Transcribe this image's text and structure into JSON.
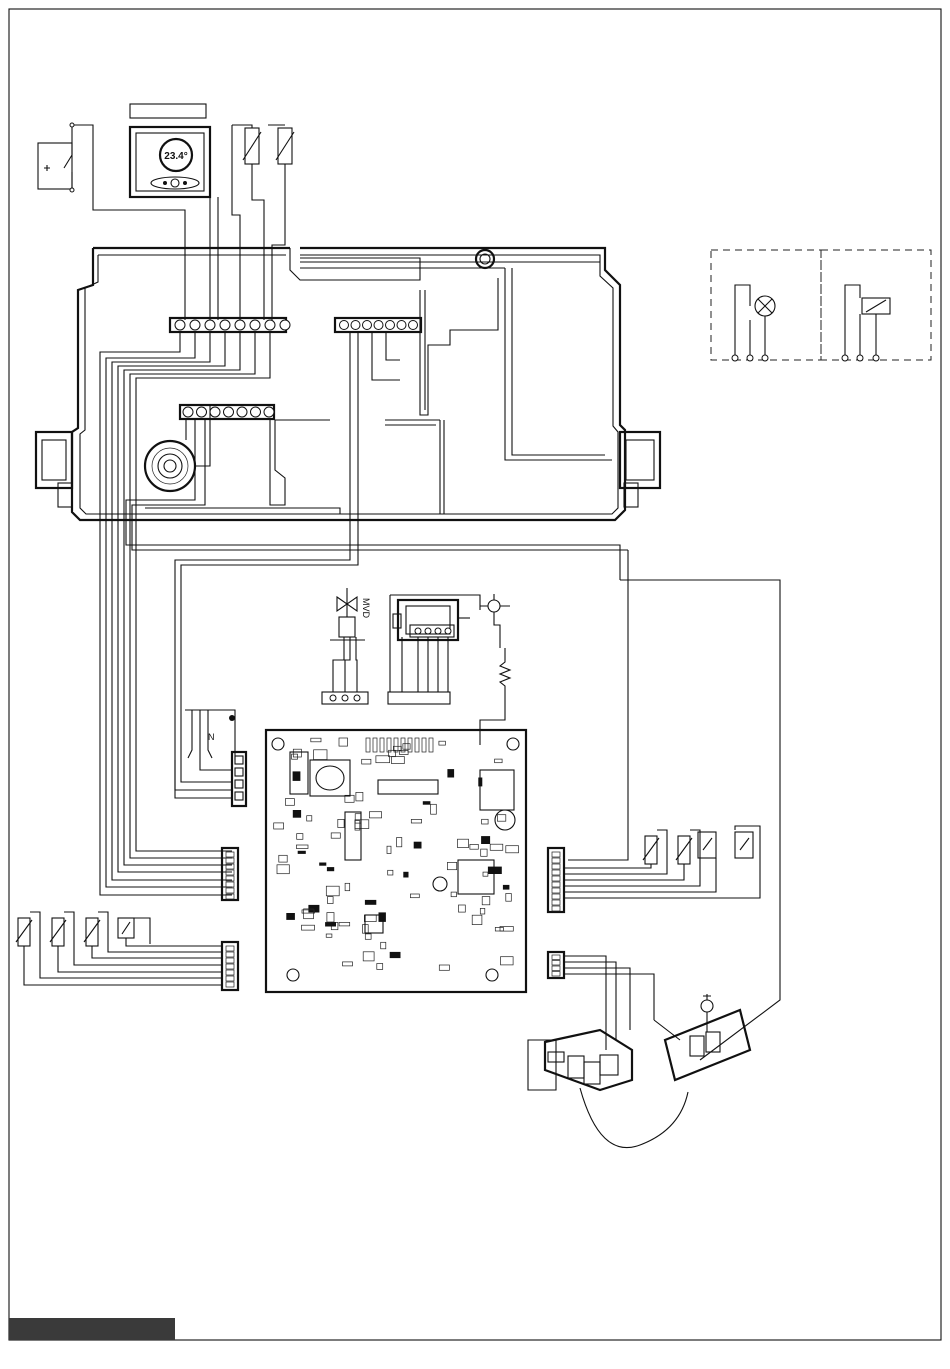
{
  "diagram": {
    "labels": {
      "display_reading": "23.4°",
      "diverter_valve": "MVD",
      "neutral": "N"
    },
    "colors": {
      "line": "#111111",
      "footer_bar": "#3a3a3a",
      "background": "#ffffff"
    },
    "components": [
      {
        "id": "room-thermostat",
        "icon": "switch-icon"
      },
      {
        "id": "control-panel-display",
        "icon": "display-icon"
      },
      {
        "id": "ntc-sensor-1",
        "icon": "thermistor-icon"
      },
      {
        "id": "ntc-sensor-2",
        "icon": "thermistor-icon"
      },
      {
        "id": "transformer",
        "icon": "coil-icon"
      },
      {
        "id": "diverter-valve",
        "icon": "valve-icon"
      },
      {
        "id": "fan-motor",
        "icon": "motor-icon"
      },
      {
        "id": "pressure-switch",
        "icon": "pressure-switch-icon"
      },
      {
        "id": "main-pcb",
        "icon": "circuit-board-icon"
      },
      {
        "id": "gas-valve",
        "icon": "gas-valve-icon"
      },
      {
        "id": "spark-electrode",
        "icon": "electrode-icon"
      },
      {
        "id": "lamp",
        "icon": "lamp-icon"
      },
      {
        "id": "relay",
        "icon": "relay-icon"
      },
      {
        "id": "mains-plug",
        "icon": "plug-icon"
      }
    ]
  }
}
